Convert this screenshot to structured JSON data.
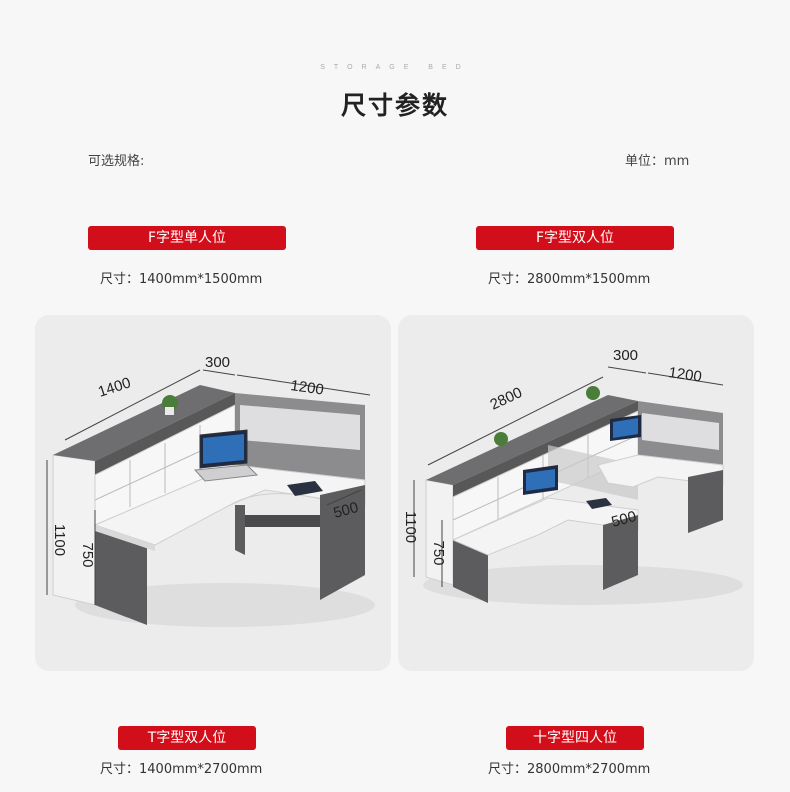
{
  "header": {
    "subtitle": "STORAGE BED",
    "title": "尺寸参数",
    "spec_label": "可选规格:",
    "unit_label": "单位：mm"
  },
  "options": [
    {
      "name": "F字型单人位",
      "size": "尺寸：1400mm*1500mm"
    },
    {
      "name": "F字型双人位",
      "size": "尺寸：2800mm*1500mm"
    },
    {
      "name": "T字型双人位",
      "size": "尺寸：1400mm*2700mm"
    },
    {
      "name": "十字型四人位",
      "size": "尺寸：2800mm*2700mm"
    }
  ],
  "diagrams": {
    "single": {
      "width": "1400",
      "depth": "300",
      "desk_length": "1200",
      "desk_depth": "500",
      "height": "1100",
      "desk_height": "750"
    },
    "double": {
      "width": "2800",
      "depth": "300",
      "desk_length": "1200",
      "desk_depth": "500",
      "height": "1100",
      "desk_height": "750"
    }
  },
  "colors": {
    "accent": "#d10e1a",
    "panel": "#ececec",
    "cabinet_gray": "#5c5c5e",
    "desk_white": "#f4f4f4"
  }
}
